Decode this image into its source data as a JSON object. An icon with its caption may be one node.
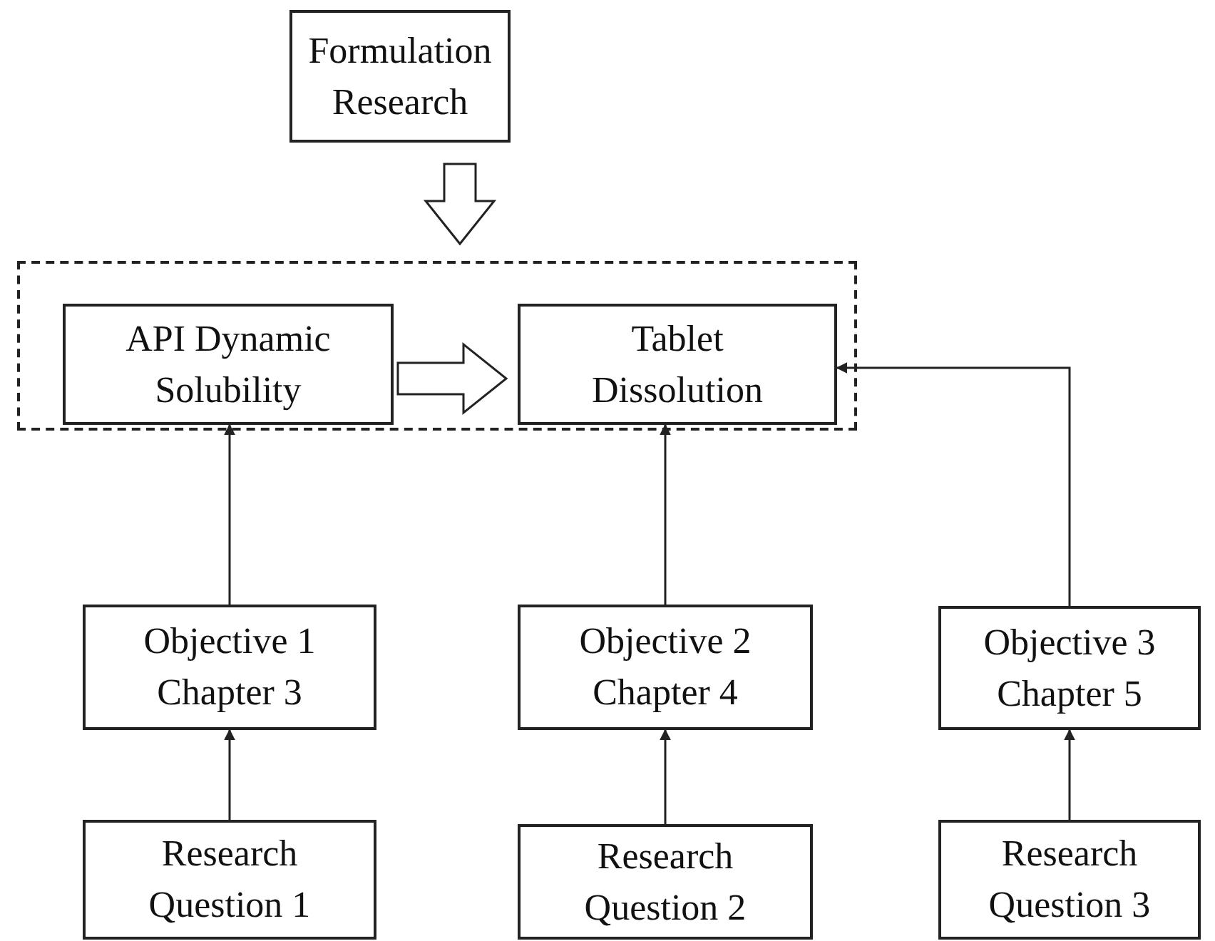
{
  "diagram": {
    "nodes": [
      {
        "text": [
          "Formulation Research"
        ]
      },
      {
        "text": [],
        "shape": "box"
      },
      {
        "text": [
          "API Dynamic Solubility"
        ],
        "in": 1
      },
      {
        "text": [
          "Tablet Dissolution"
        ],
        "in": 1
      },
      {
        "text": [
          "Objective 1 Chapter 3"
        ]
      },
      {
        "text": [
          "Objective 2 Chapter 4"
        ]
      },
      {
        "text": [
          "Objective 3 Chapter 5"
        ]
      },
      {
        "text": [
          "Research Question 1"
        ]
      },
      {
        "text": [
          "Research Question 2"
        ]
      },
      {
        "text": [
          "Research Question 3"
        ]
      }
    ],
    "edges": [
      {
        "from": 0,
        "to": 1,
        "arrow": "to",
        "style": "thick"
      },
      {
        "from": 2,
        "to": 3,
        "arrow": "to",
        "style": "thick"
      },
      {
        "from": 4,
        "to": 2,
        "arrow": "to"
      },
      {
        "from": 5,
        "to": 3,
        "arrow": "to"
      },
      {
        "from": 6,
        "to": 3,
        "arrow": "to"
      },
      {
        "from": 7,
        "to": 4,
        "arrow": "to"
      },
      {
        "from": 8,
        "to": 5,
        "arrow": "to"
      },
      {
        "from": 9,
        "to": 6,
        "arrow": "to"
      }
    ]
  }
}
